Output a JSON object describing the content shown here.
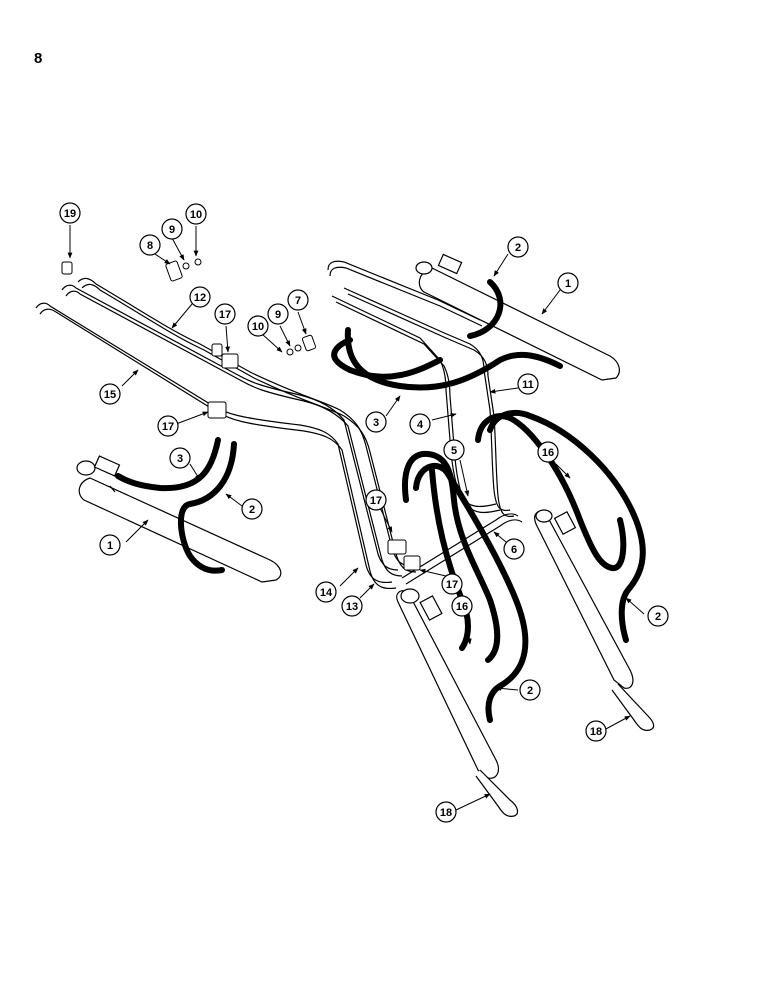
{
  "page": {
    "number": "8"
  },
  "diagram": {
    "callouts": [
      {
        "id": "c1a",
        "label": "19"
      },
      {
        "id": "c1b",
        "label": "10"
      },
      {
        "id": "c1c",
        "label": "9"
      },
      {
        "id": "c1d",
        "label": "8"
      },
      {
        "id": "c1e",
        "label": "12"
      },
      {
        "id": "c1f",
        "label": "17"
      },
      {
        "id": "c1g",
        "label": "7"
      },
      {
        "id": "c1h",
        "label": "9"
      },
      {
        "id": "c1i",
        "label": "10"
      },
      {
        "id": "c1j",
        "label": "15"
      },
      {
        "id": "c1k",
        "label": "17"
      },
      {
        "id": "c1l",
        "label": "3"
      },
      {
        "id": "c1m",
        "label": "2"
      },
      {
        "id": "c1n",
        "label": "1"
      },
      {
        "id": "c2a",
        "label": "2"
      },
      {
        "id": "c2b",
        "label": "1"
      },
      {
        "id": "c2c",
        "label": "11"
      },
      {
        "id": "c2d",
        "label": "3"
      },
      {
        "id": "c2e",
        "label": "4"
      },
      {
        "id": "c2f",
        "label": "5"
      },
      {
        "id": "c2g",
        "label": "16"
      },
      {
        "id": "c2h",
        "label": "17"
      },
      {
        "id": "c2i",
        "label": "6"
      },
      {
        "id": "c2j",
        "label": "17"
      },
      {
        "id": "c2k",
        "label": "14"
      },
      {
        "id": "c2l",
        "label": "13"
      },
      {
        "id": "c2m",
        "label": "16"
      },
      {
        "id": "c2n",
        "label": "2"
      },
      {
        "id": "c2o",
        "label": "2"
      },
      {
        "id": "c2p",
        "label": "18"
      },
      {
        "id": "c2q",
        "label": "18"
      }
    ]
  }
}
